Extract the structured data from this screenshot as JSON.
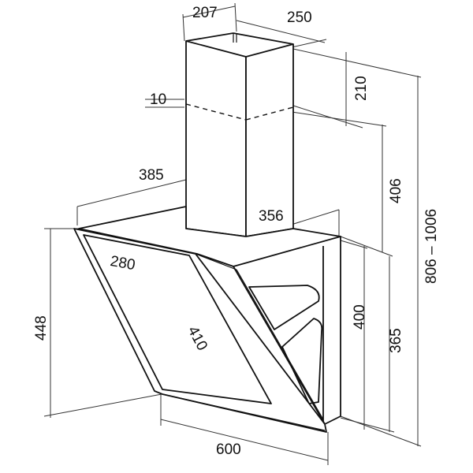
{
  "dimensions": {
    "chimney_width": "207",
    "chimney_depth": "250",
    "chimney_top_height": "210",
    "overlap": "10",
    "chimney_lower_height": "406",
    "total_height": "806 – 1006",
    "hood_top_depth": "385",
    "body_depth": "356",
    "glass_width": "280",
    "glass_height": "410",
    "hood_height_left": "448",
    "body_height": "400",
    "body_height_lower": "365",
    "hood_width": "600"
  },
  "colors": {
    "line": "#111111",
    "background": "#ffffff"
  }
}
